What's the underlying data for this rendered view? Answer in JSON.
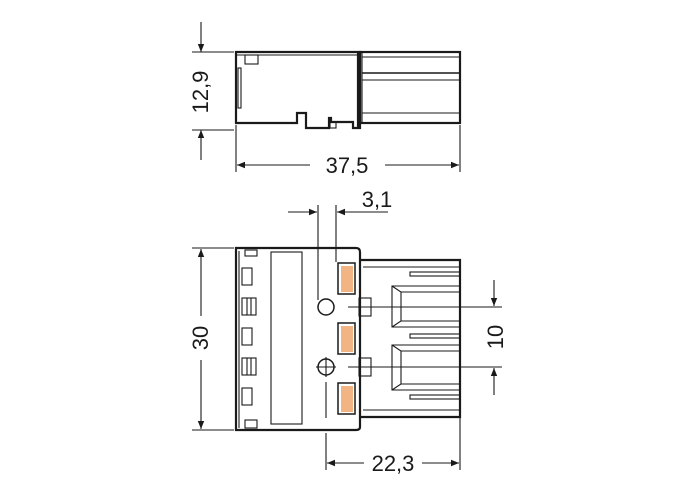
{
  "drawing": {
    "title": "Connector dimension drawing",
    "units": "mm",
    "colors": {
      "line": "#1a1a1a",
      "contact": "#f2b483",
      "background": "#ffffff"
    }
  },
  "side_view": {
    "dimensions": {
      "height": "12,9",
      "length": "37,5"
    }
  },
  "front_view": {
    "dimensions": {
      "pin_offset": "3,1",
      "height": "30",
      "pitch": "10",
      "depth": "22,3"
    },
    "contacts_count": 3
  }
}
